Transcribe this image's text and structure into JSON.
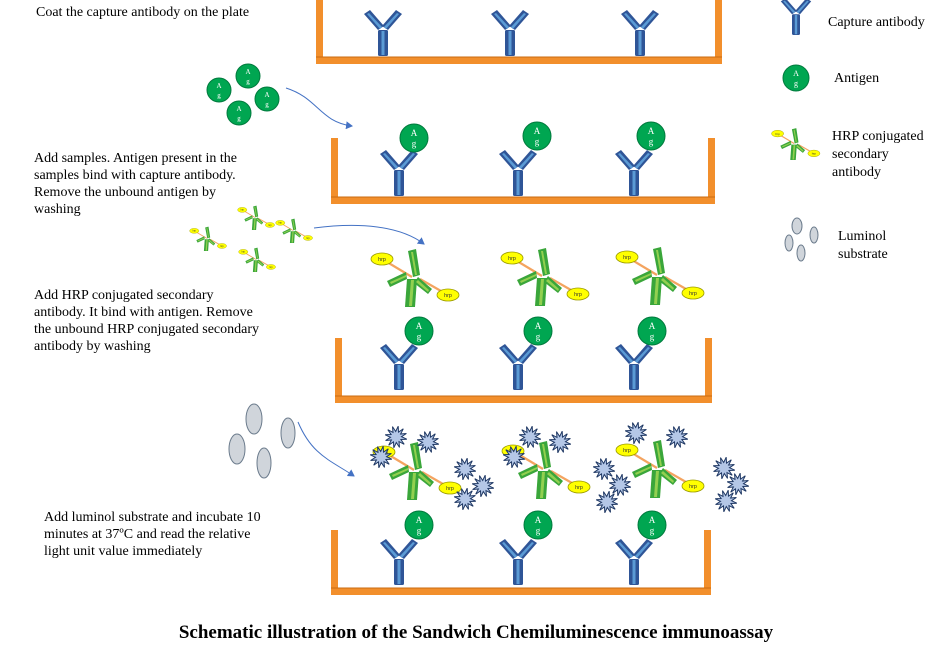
{
  "steps": [
    {
      "text": "Coat the capture antibody on the plate"
    },
    {
      "text": "Add samples. Antigen present in the\nsamples bind with capture antibody.\nRemove the unbound antigen by\nwashing"
    },
    {
      "text": "Add HRP conjugated secondary\nantibody. It bind with antigen. Remove\nthe unbound HRP conjugated secondary\nantibody by washing"
    },
    {
      "text": "Add luminol substrate and incubate 10\nminutes at 37ºC and read the relative\nlight unit value immediately"
    }
  ],
  "legend": [
    {
      "label": "Capture  antibody"
    },
    {
      "label": "Antigen"
    },
    {
      "label": "HRP conjugated\nsecondary\nantibody"
    },
    {
      "label": "Luminol\nsubstrate"
    }
  ],
  "antigen_label": {
    "top": "A",
    "bottom": "g"
  },
  "hrp_label": "hrp",
  "title": "Schematic illustration of the Sandwich Chemiluminescence immunoassay",
  "colors": {
    "plate": "#f28f2c",
    "capture_antibody": "#2f5597",
    "capture_antibody_light": "#5b9bd5",
    "antigen": "#00a651",
    "secondary_antibody": "#3aa63a",
    "secondary_antibody_light": "#92d050",
    "hrp": "#ffff00",
    "linker": "#f4a460",
    "luminol": "#d0d5db",
    "light_burst": "#b4c7e7"
  }
}
